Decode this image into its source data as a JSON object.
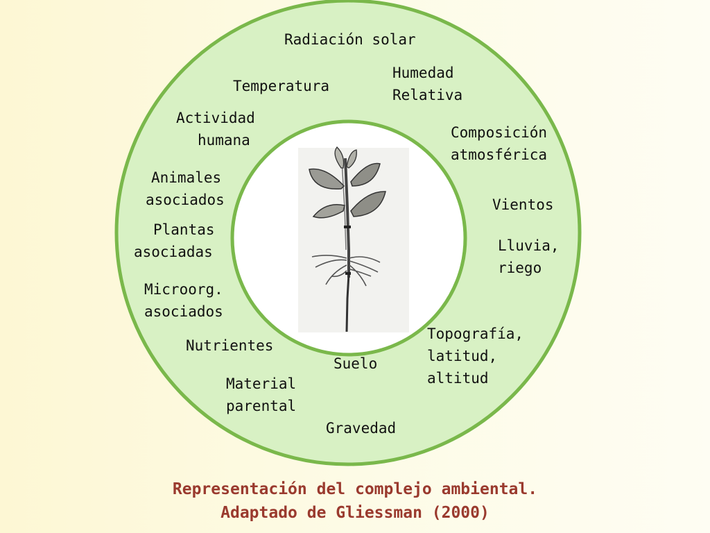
{
  "diagram": {
    "ring_fill": "#d8f1c4",
    "ring_stroke": "#7ab84b",
    "background": "#fdf9de",
    "caption_color": "#9a3a2e",
    "center_image": "plant-drawing",
    "labels": {
      "radiacion": [
        "Radiación solar"
      ],
      "temperatura": [
        "Temperatura"
      ],
      "humedad": [
        "Humedad",
        "Relativa"
      ],
      "actividad": [
        "Actividad",
        "humana"
      ],
      "composicion": [
        "Composición",
        "atmosférica"
      ],
      "animales": [
        "Animales",
        "asociados"
      ],
      "vientos": [
        "Vientos"
      ],
      "plantas": [
        "Plantas",
        "asociadas"
      ],
      "lluvia": [
        "Lluvia,",
        "riego"
      ],
      "microorg": [
        "Microorg.",
        "asociados"
      ],
      "topografia": [
        "Topografía,",
        "latitud,",
        "altitud"
      ],
      "nutrientes": [
        "Nutrientes"
      ],
      "suelo": [
        "Suelo"
      ],
      "material": [
        "Material",
        "parental"
      ],
      "gravedad": [
        "Gravedad"
      ]
    },
    "caption": [
      "Representación del complejo ambiental.",
      "Adaptado de Gliessman (2000)"
    ]
  }
}
